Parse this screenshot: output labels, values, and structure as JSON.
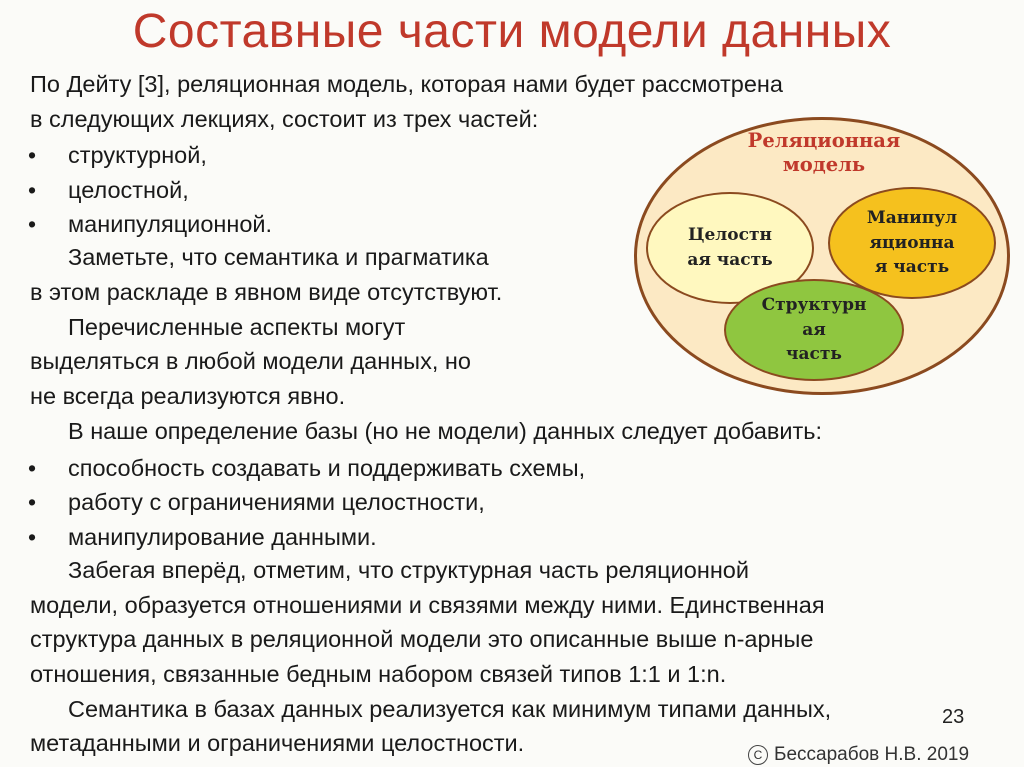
{
  "title": "Составные части модели данных",
  "intro": [
    "По Дейту [3], реляционная модель, которая нами будет рассмотрена",
    "в следующих лекциях, состоит из трех частей:"
  ],
  "parts": [
    "структурной,",
    "целостной,",
    "манипуляционной."
  ],
  "para_semantics": [
    "Заметьте, что семантика и прагматика",
    "в этом раскладе в явном виде отсутствуют."
  ],
  "para_aspects": [
    "Перечисленные аспекты могут",
    "выделяться в любой модели данных, но",
    "не всегда реализуются явно."
  ],
  "para_definition": "В наше определение базы (но не модели) данных следует добавить:",
  "additions": [
    "способность создавать и поддерживать схемы,",
    "работу с ограничениями целостности,",
    "манипулирование данными."
  ],
  "para_forward": [
    "Забегая вперёд, отметим, что структурная часть реляционной",
    "модели, образуется отношениями и связями между ними. Единственная",
    "структура данных в реляционной модели это описанные выше n-арные",
    "отношения, связанные бедным набором связей типов 1:1 и 1:n."
  ],
  "para_semantics_db": [
    "Семантика в базах данных реализуется как минимум типами данных,",
    "метаданными и ограничениями целостности."
  ],
  "diagram": {
    "outer_label": [
      "Реляционная",
      "модель"
    ],
    "integrity": [
      "Целостн",
      "ая часть"
    ],
    "manipulation": [
      "Манипул",
      "яционна",
      "я часть"
    ],
    "structural": [
      "Структурн",
      "ая",
      "часть"
    ],
    "colors": {
      "outer": "#fce9c4",
      "integrity": "#fff8bf",
      "manipulation": "#f5c11e",
      "structural": "#8fc640",
      "border": "#8b4a1f",
      "label": "#c0392b"
    }
  },
  "page_number": "23",
  "copyright": {
    "icon": "copyright-icon",
    "text": "Бессарабов Н.В.  2019"
  }
}
